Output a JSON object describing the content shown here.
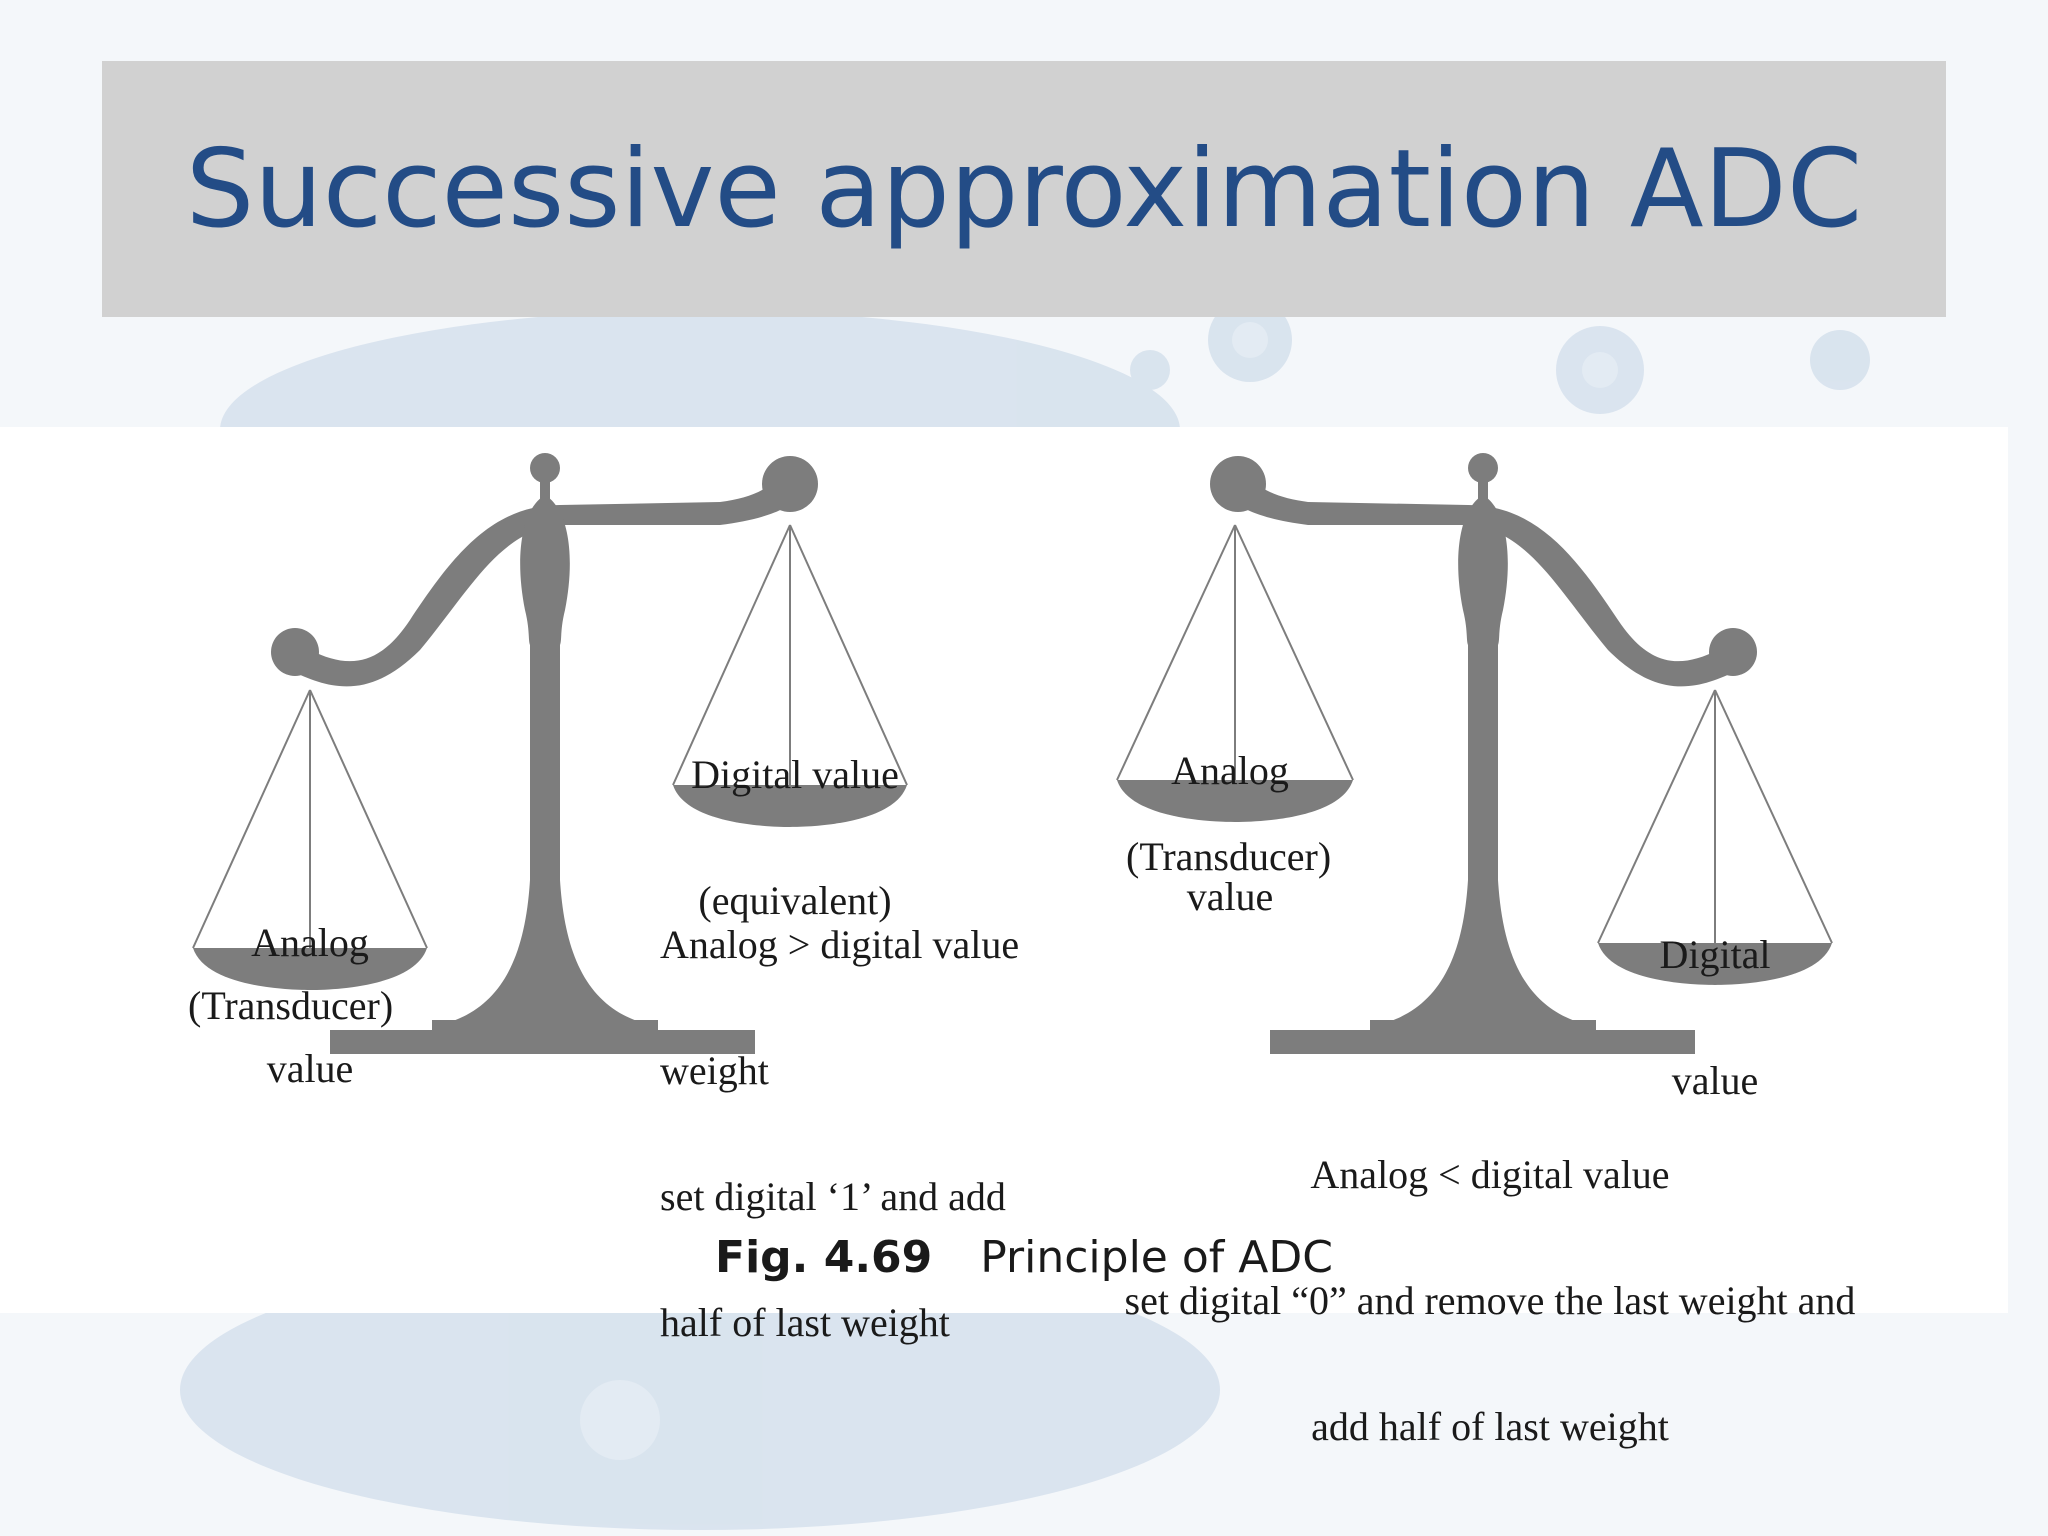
{
  "slide": {
    "title": "Successive approximation ADC",
    "bullet_mark": "-"
  },
  "figure": {
    "left_scale": {
      "low_pan_label": [
        "Analog",
        "value"
      ],
      "low_pan_sublabel": "(Transducer)",
      "high_pan_label": [
        "Digital value",
        "(equivalent)"
      ],
      "note": [
        "Analog > digital value",
        "weight",
        "set digital ‘1’ and add",
        "half of last weight"
      ]
    },
    "right_scale": {
      "high_pan_label": [
        "Analog",
        "value"
      ],
      "high_pan_sublabel": "(Transducer)",
      "low_pan_label": [
        "Digital",
        "value"
      ],
      "note": [
        "Analog < digital value",
        "set digital “0” and remove the last weight and",
        "add half of last weight"
      ]
    },
    "caption": {
      "number": "Fig. 4.69",
      "text": "Principle of ADC"
    }
  },
  "colors": {
    "title": "#234c86",
    "title_band": "#d1d1d1",
    "scale": "#7d7d7d"
  }
}
